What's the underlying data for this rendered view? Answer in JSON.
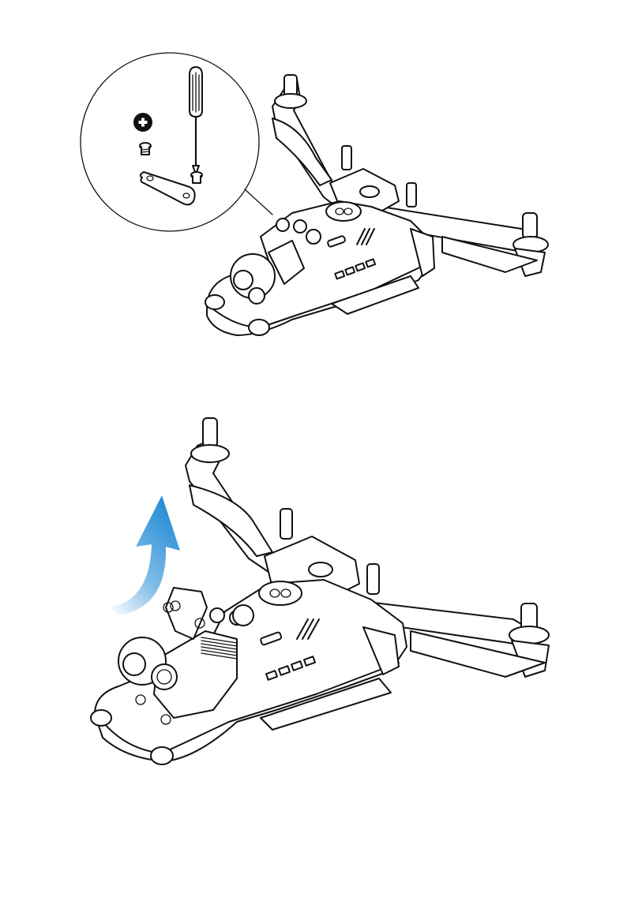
{
  "figures": [
    {
      "id": "remove-gimbal-screws",
      "callout": {
        "screw_type_icon": "phillips-head-icon",
        "tool_icon": "screwdriver-icon"
      }
    },
    {
      "id": "lift-gimbal-assembly",
      "arrow": {
        "icon": "lift-arrow-icon",
        "direction": "up",
        "color": "#2b8fd6"
      }
    }
  ],
  "colors": {
    "line": "#111111",
    "background": "#ffffff",
    "accent": "#2b8fd6"
  }
}
